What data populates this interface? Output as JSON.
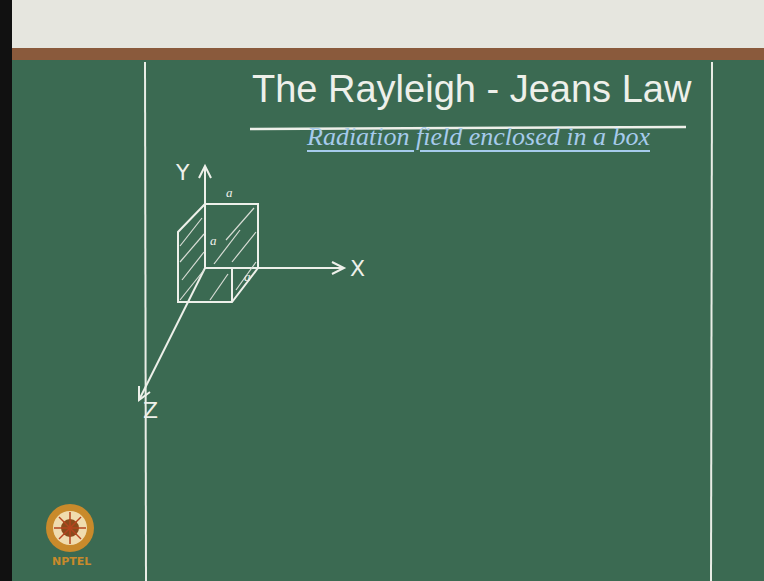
{
  "diagram": {
    "title": "The Rayleigh - Jeans Law",
    "labels": [
      "Radiation field enclosed in a box",
      "Y",
      "X",
      "Z",
      "a",
      "a",
      "a",
      "NPTEL"
    ]
  }
}
